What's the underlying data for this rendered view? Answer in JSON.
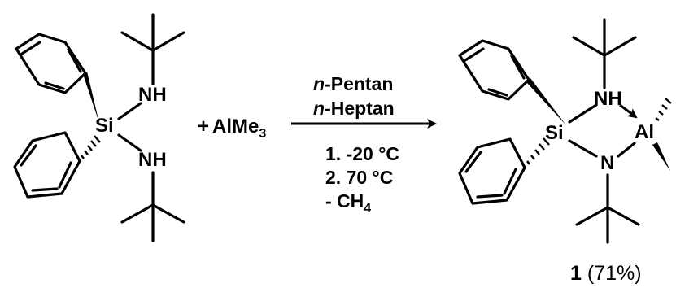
{
  "reactant": {
    "atom_si": "Si",
    "atom_nh_top": "NH",
    "atom_nh_bottom": "NH"
  },
  "reagent": {
    "plus": "+",
    "name": "AlMe",
    "subscript": "3"
  },
  "conditions": {
    "solvent_1_prefix": "n",
    "solvent_1_name": "-Pentan",
    "solvent_2_prefix": "n",
    "solvent_2_name": "-Heptan",
    "step_1": "1. -20 °C",
    "step_2": "2. 70 °C",
    "byproduct": "- CH",
    "byproduct_subscript": "4"
  },
  "product": {
    "atom_si": "Si",
    "atom_nh": "NH",
    "atom_n": "N",
    "atom_al": "Al",
    "label_number": "1",
    "label_yield": " (71%)"
  }
}
